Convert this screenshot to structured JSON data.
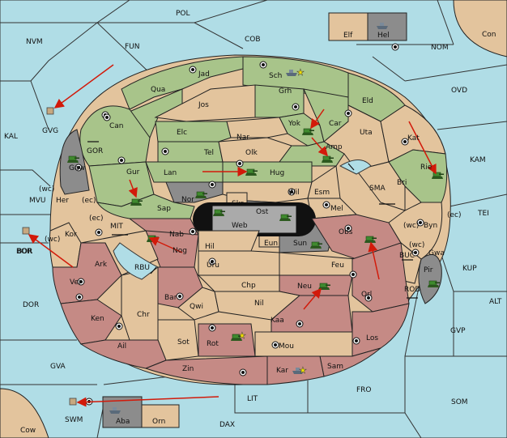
{
  "colors": {
    "sea": "#b0dde6",
    "green": "#a8c48a",
    "tan": "#e3c49d",
    "red": "#c58a85",
    "grey": "#8c8c8c",
    "arrow": "#d21a0a"
  },
  "territories": {
    "pol": "POL",
    "nvm": "NVM",
    "fun": "FUN",
    "cob": "COB",
    "nom": "NOM",
    "con": "Con",
    "elf": "Elf",
    "hel": "Hel",
    "ovd": "OVD",
    "kal": "KAL",
    "kam": "KAM",
    "tei": "TEI",
    "mvu": "MVU",
    "bor_sea": "BOR",
    "dor": "DOR",
    "alt": "ALT",
    "gvp": "GVP",
    "kup": "KUP",
    "gva": "GVA",
    "lit": "LIT",
    "fro": "FRO",
    "som": "SOM",
    "dax": "DAX",
    "swm": "SWM",
    "cow": "Cow",
    "aba": "Aba",
    "orn": "Orn",
    "gvg": "GVG",
    "bor": "BOR",
    "jad": "Jad",
    "sch": "Sch",
    "qua": "Qua",
    "jos": "Jos",
    "grh": "Grh",
    "eld": "Eld",
    "can": "Can",
    "yok": "Yok",
    "car": "Car",
    "uta": "Uta",
    "elc": "Elc",
    "nar": "Nar",
    "kat": "Kat",
    "tel": "Tel",
    "olk": "Olk",
    "amp": "Amp",
    "gor": "GOR",
    "gaw": "Gaw",
    "gur": "Gur",
    "lan": "Lan",
    "hug": "Hug",
    "rie": "Rie",
    "bri": "Bri",
    "wil": "Wil",
    "esm": "Esm",
    "sma": "SMA",
    "nor": "Nor",
    "skr": "Skr",
    "her": "Her",
    "wc1": "(wc)",
    "ec1": "(ec)",
    "sap": "Sap",
    "ost": "Ost",
    "mel": "Mel",
    "web": "Web",
    "byn": "Byn",
    "wc2": "(wc)",
    "ec2": "(ec)",
    "mit": "MIT",
    "ec3": "(ec)",
    "kor": "Kor",
    "nab": "Nab",
    "eun": "Eun",
    "sun": "Sun",
    "obs": "Obs",
    "gwa": "Gwa",
    "wc3": "(wc)",
    "wc4": "(wc)",
    "hil": "Hil",
    "nog": "Nog",
    "buc": "BUC",
    "ark": "Ark",
    "rbu": "RBU",
    "uru": "Uru",
    "feu": "Feu",
    "pir": "Pir",
    "chp": "Chp",
    "neu": "Neu",
    "ver": "Ver",
    "bar": "Bar",
    "qwi": "Qwi",
    "nil": "Nil",
    "orl": "Orl",
    "rod": "ROD",
    "ken": "Ken",
    "chr": "Chr",
    "kaa": "Kaa",
    "los": "Los",
    "rot": "Rot",
    "sot": "Sot",
    "ail": "Ail",
    "mou": "Mou",
    "zin": "Zin",
    "sam": "Sam",
    "kar": "Kar"
  }
}
